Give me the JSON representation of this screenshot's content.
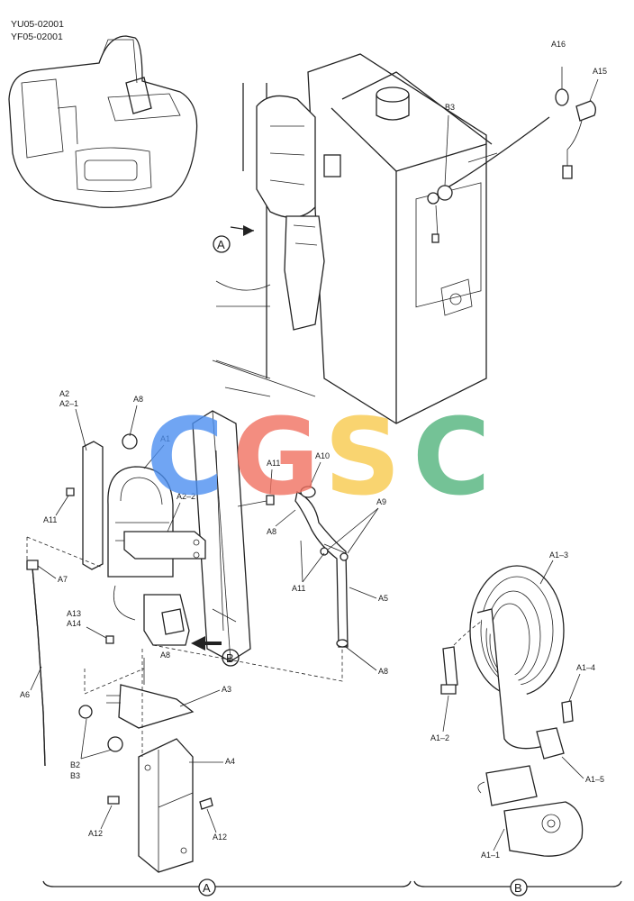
{
  "header": {
    "codes": [
      "YU05-02001",
      "YF05-02001"
    ]
  },
  "views": {
    "a_marker": "A",
    "b_marker": "B"
  },
  "labels": {
    "A16": "A16",
    "A15": "A15",
    "B3top": "B3",
    "A2": "A2",
    "A2_1": "A2–1",
    "A8_a": "A8",
    "A1": "A1",
    "A11_a": "A11",
    "A10": "A10",
    "A2_2": "A2–2",
    "A11_b": "A11",
    "A8_b": "A8",
    "A9": "A9",
    "A7": "A7",
    "A11_c": "A11",
    "A5": "A5",
    "A13": "A13",
    "A14": "A14",
    "A8_c": "A8",
    "A8_d": "A8",
    "A6": "A6",
    "A3": "A3",
    "B2": "B2",
    "B3": "B3",
    "A4": "A4",
    "A12_a": "A12",
    "A12_b": "A12",
    "A1_3": "A1–3",
    "A1_4": "A1–4",
    "A1_2": "A1–2",
    "A1_5": "A1–5",
    "A1_1": "A1–1"
  },
  "watermark": {
    "letters": [
      "C",
      "G",
      "S",
      "C"
    ],
    "colors": [
      "#4a8ef0",
      "#ef6f5f",
      "#f7c94a",
      "#4fb27a"
    ]
  }
}
